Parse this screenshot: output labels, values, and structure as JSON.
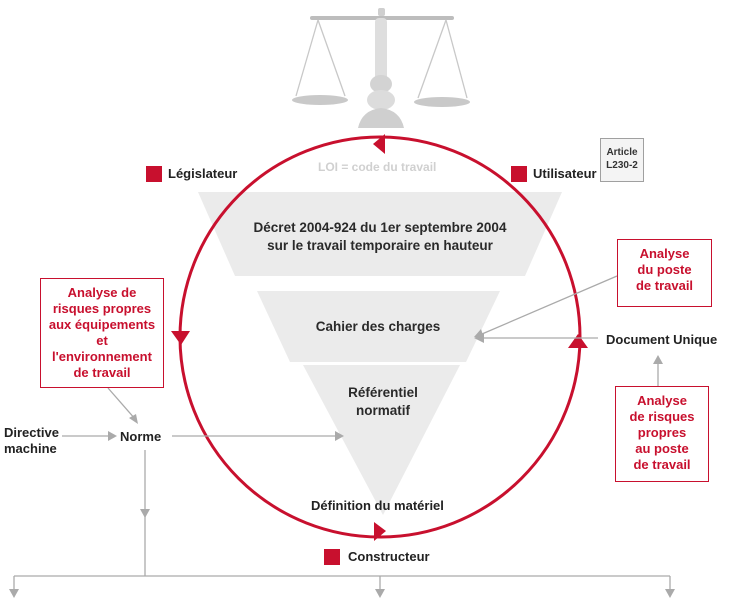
{
  "top": {
    "loi": "LOI = code du travail",
    "legislateur": "Législateur",
    "utilisateur": "Utilisateur",
    "article": [
      "Article",
      "L230-2"
    ]
  },
  "triangle": {
    "decret": [
      "Décret 2004-924 du 1er septembre 2004",
      "sur le travail temporaire en hauteur"
    ],
    "cahier": "Cahier des charges",
    "referentiel": [
      "Référentiel",
      "normatif"
    ]
  },
  "definition": "Définition du matériel",
  "constructeur": "Constructeur",
  "left": {
    "analyse_box": [
      "Analyse de",
      "risques propres",
      "aux équipements",
      "et",
      "l'environnement",
      "de travail"
    ],
    "directive": [
      "Directive",
      "machine"
    ],
    "norme": "Norme"
  },
  "right": {
    "analyse_poste": [
      "Analyse",
      "du poste",
      "de travail"
    ],
    "document_unique": "Document Unique",
    "analyse_risques_poste": [
      "Analyse",
      "de risques",
      "propres",
      "au poste",
      "de travail"
    ]
  },
  "colors": {
    "accent": "#c8102e",
    "gray_line": "#aaaaaa",
    "triangle_fill": "#ebebeb"
  }
}
